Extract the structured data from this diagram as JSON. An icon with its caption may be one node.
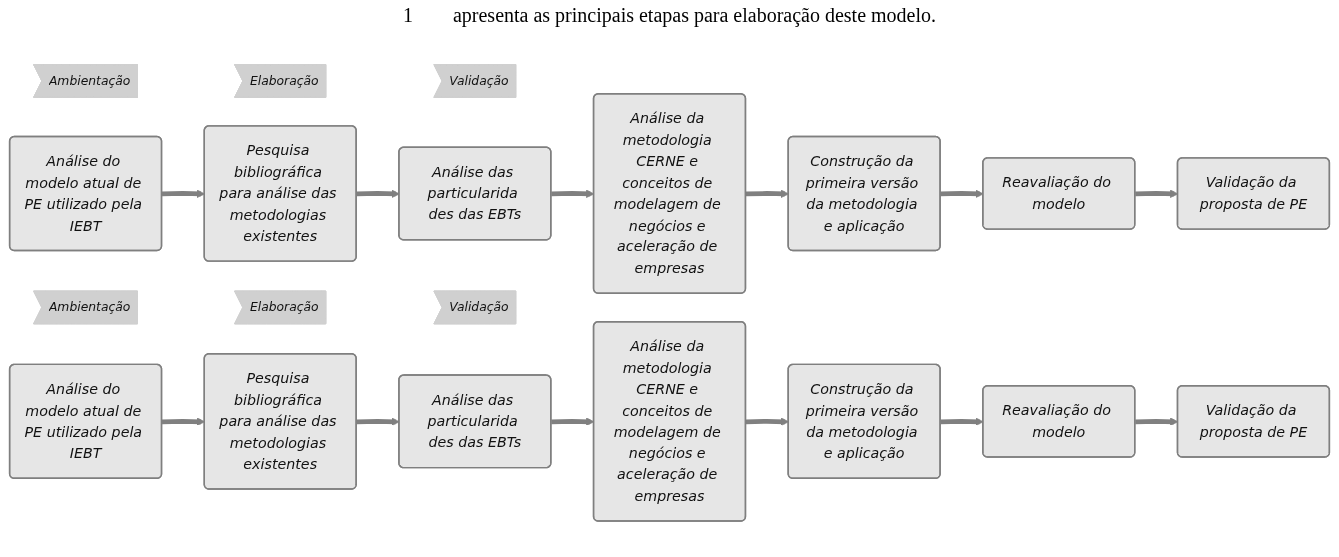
{
  "diagram": {
    "nodes": [
      {
        "text": [
          "Ambientação"
        ]
      },
      {
        "text": [
          "Elaboração"
        ]
      },
      {
        "text": [
          "Validação"
        ]
      },
      {
        "text": [
          "Análise do modelo atual de PE utilizado pela IEBT"
        ]
      },
      {
        "text": [
          "Pesquisa bibliográfica para análise das metodologias existentes"
        ]
      },
      {
        "text": [
          "Análise das particularida des das EBTs"
        ]
      },
      {
        "text": [
          "Análise da metodologia CERNE e conceitos de modelagem de negócios e aceleração de empresas"
        ]
      },
      {
        "text": [
          "Construção da primeira versão da metodologia e aplicação"
        ]
      },
      {
        "text": [
          "Reavaliação do modelo"
        ]
      },
      {
        "text": [
          "Validação da proposta de PE"
        ]
      },
      {
        "text": [
          "Ambientação"
        ]
      },
      {
        "text": [
          "Elaboração"
        ]
      },
      {
        "text": [
          "Validação"
        ]
      },
      {
        "text": [
          "Análise do modelo atual de PE utilizado pela IEBT"
        ]
      },
      {
        "text": [
          "Pesquisa bibliográfica para análise das metodologias existentes"
        ]
      },
      {
        "text": [
          "Análise das particularida des das EBTs"
        ]
      },
      {
        "text": [
          "Análise da metodologia CERNE e conceitos de modelagem de negócios e aceleração de empresas"
        ]
      },
      {
        "text": [
          "Construção da primeira versão da metodologia e aplicação"
        ]
      },
      {
        "text": [
          "Reavaliação do modelo"
        ]
      },
      {
        "text": [
          "Validação da proposta de PE"
        ]
      }
    ],
    "edges": [
      {
        "from": 3,
        "to": 4,
        "arrow": "to"
      },
      {
        "from": 4,
        "to": 5,
        "arrow": "to"
      },
      {
        "from": 5,
        "to": 6,
        "arrow": "to"
      },
      {
        "from": 6,
        "to": 7,
        "arrow": "to"
      },
      {
        "from": 7,
        "to": 8,
        "arrow": "to"
      },
      {
        "from": 8,
        "to": 9,
        "arrow": "to"
      },
      {
        "from": 13,
        "to": 14,
        "arrow": "to"
      },
      {
        "from": 14,
        "to": 15,
        "arrow": "to"
      },
      {
        "from": 15,
        "to": 16,
        "arrow": "to"
      },
      {
        "from": 16,
        "to": 17,
        "arrow": "to"
      },
      {
        "from": 17,
        "to": 18,
        "arrow": "to"
      },
      {
        "from": 18,
        "to": 19,
        "arrow": "to"
      }
    ],
    "labels": [
      "1",
      "apresenta as principais etapas para elaboração deste modelo."
    ]
  }
}
